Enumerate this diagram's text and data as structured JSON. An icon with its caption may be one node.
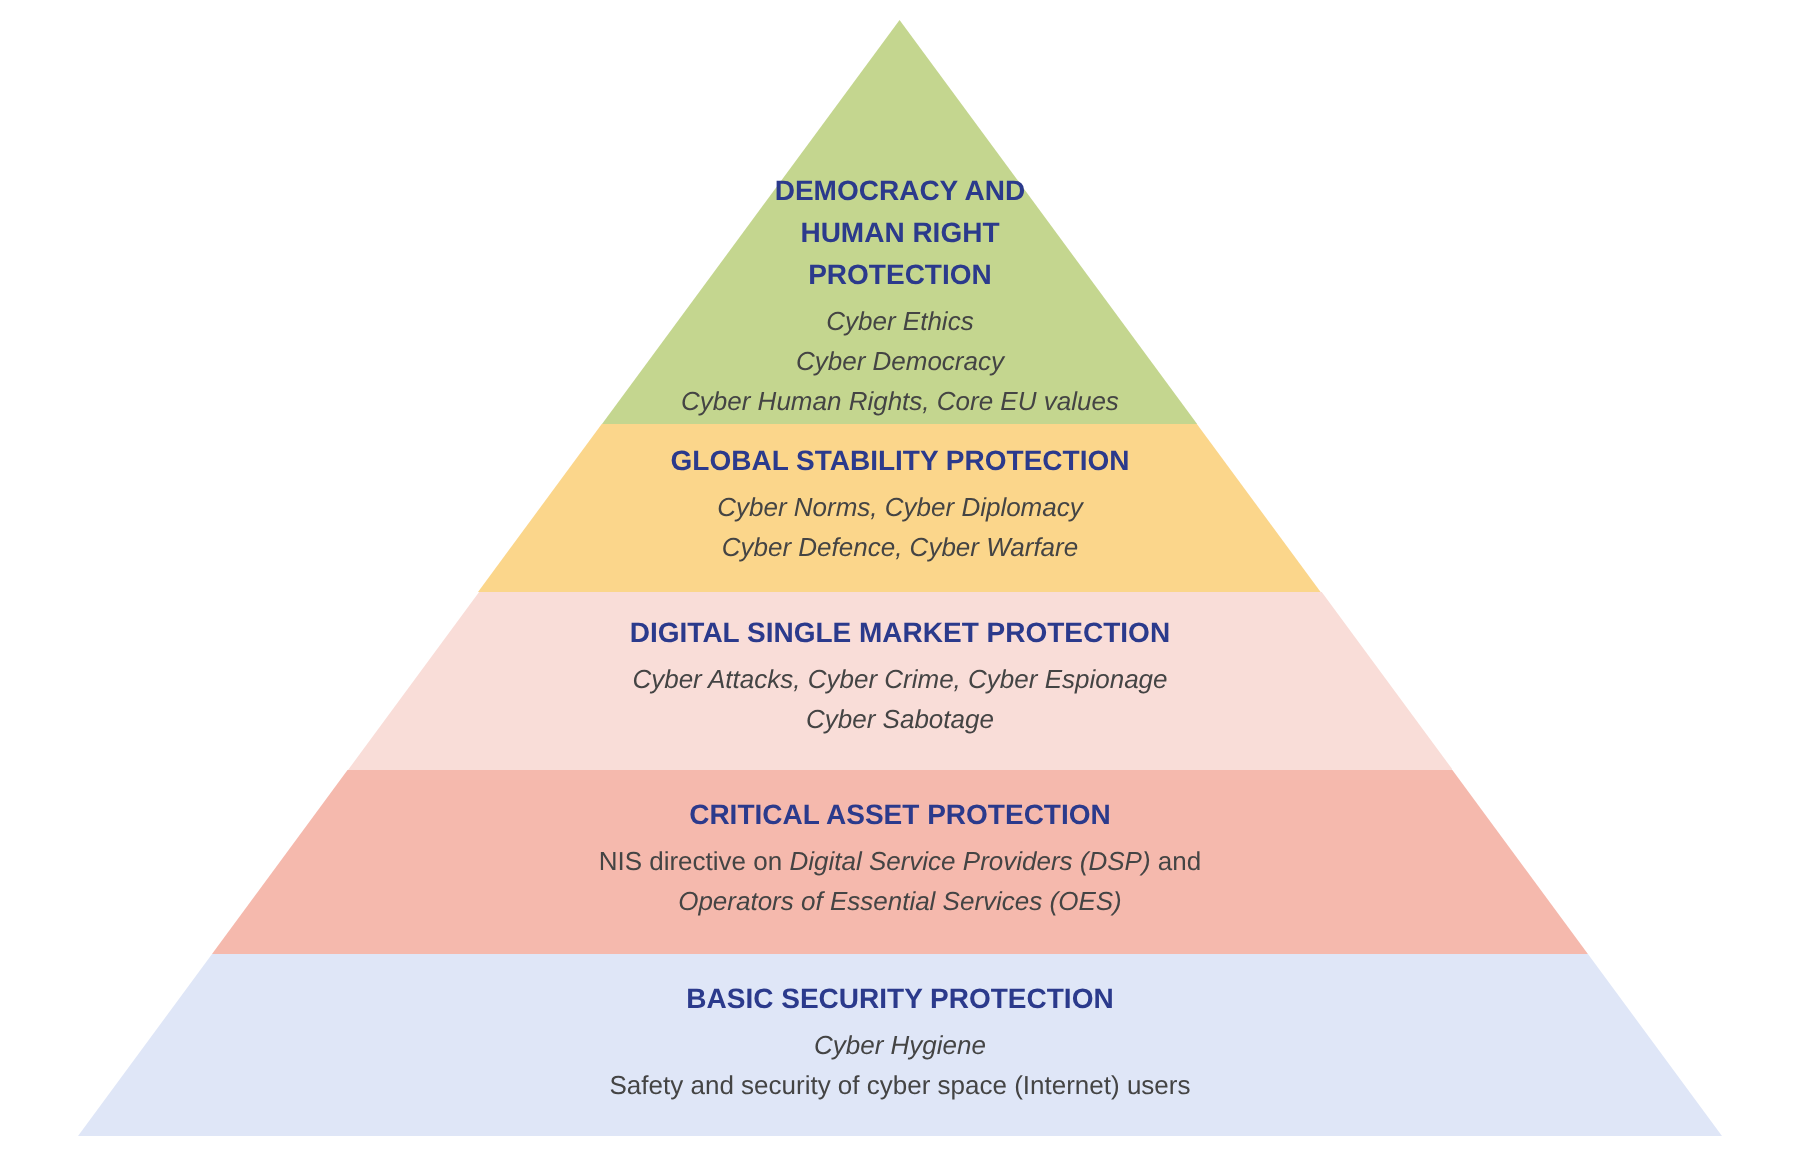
{
  "diagram": {
    "nodes": [
      {
        "text": [
          "DEMOCRACY AND HUMAN RIGHT PROTECTION",
          "*Cyber Ethics*",
          "*Cyber Democracy*",
          "*Cyber Human Rights, Core EU values*"
        ]
      },
      {
        "text": [
          "GLOBAL STABILITY PROTECTION",
          "*Cyber Norms, Cyber Diplomacy*",
          "*Cyber Defence, Cyber Warfare*"
        ]
      },
      {
        "text": [
          "DIGITAL SINGLE MARKET PROTECTION",
          "*Cyber Attacks, Cyber Crime, Cyber Espionage*",
          "*Cyber Sabotage*"
        ]
      },
      {
        "text": [
          "CRITICAL ASSET PROTECTION",
          "NIS directive on *Digital Service Providers (DSP)* and *Operators of Essential Services (OES)*"
        ]
      },
      {
        "text": [
          "BASIC SECURITY PROTECTION",
          "*Cyber Hygiene*",
          "Safety and security of cyber space (Internet) users"
        ]
      }
    ]
  }
}
